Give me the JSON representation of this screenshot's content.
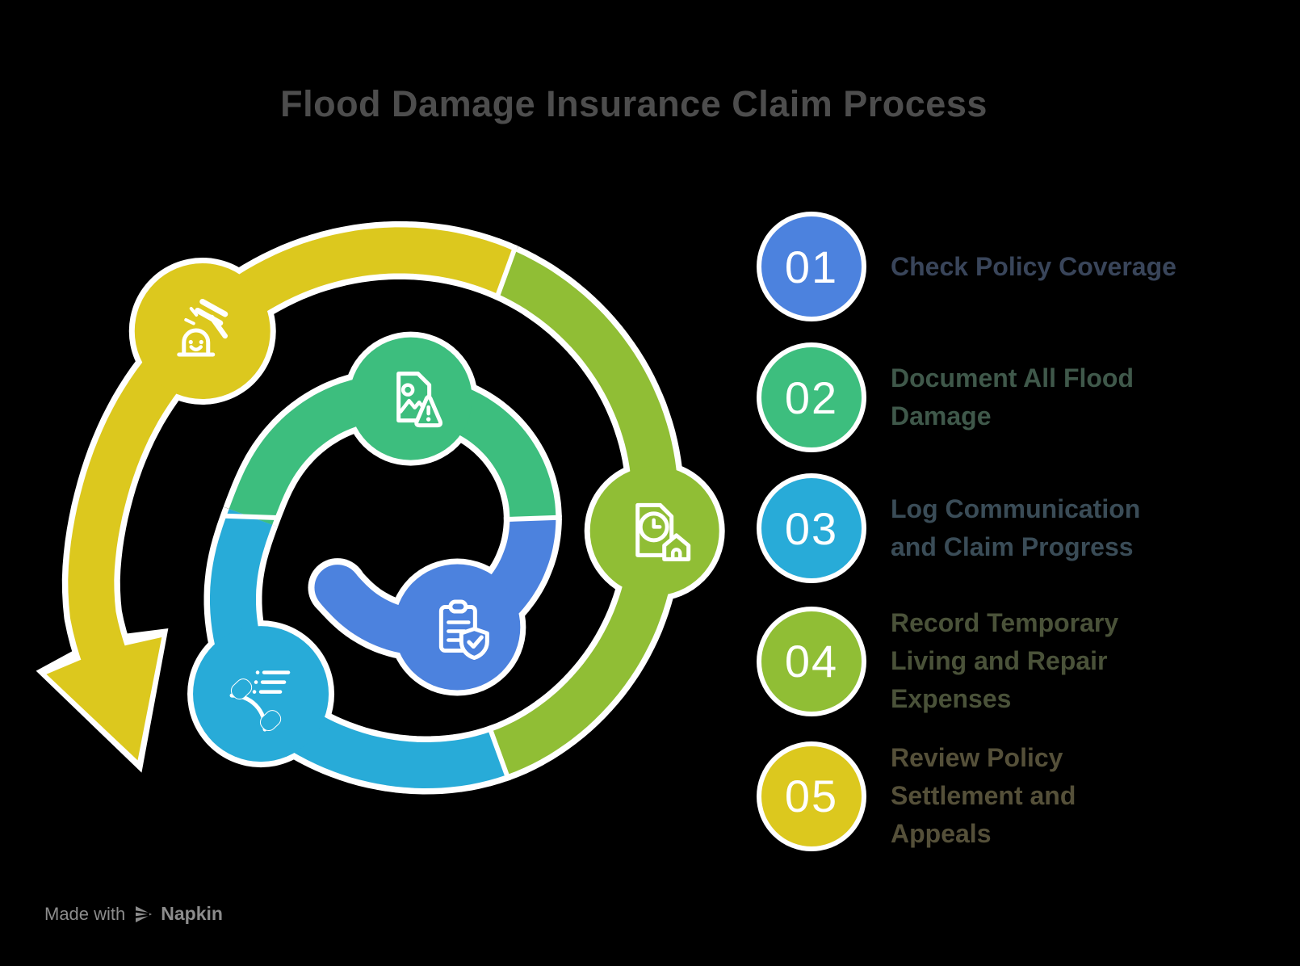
{
  "background": "#000000",
  "title": {
    "text": "Flood Damage Insurance Claim Process",
    "color": "#4d4d4d"
  },
  "steps": [
    {
      "number": "01",
      "label": "Check Policy Coverage",
      "color": "#4c82de",
      "label_color": "#39455a",
      "icon": "clipboard-shield-check-icon"
    },
    {
      "number": "02",
      "label": "Document All Flood\nDamage",
      "color": "#3dbe7e",
      "label_color": "#3f584a",
      "icon": "photo-damage-warning-icon"
    },
    {
      "number": "03",
      "label": "Log Communication\nand Claim Progress",
      "color": "#28abd8",
      "label_color": "#3a4c57",
      "icon": "phone-call-log-icon"
    },
    {
      "number": "04",
      "label": "Record Temporary\nLiving and Repair\nExpenses",
      "color": "#90be35",
      "label_color": "#4a5239",
      "icon": "document-clock-house-icon"
    },
    {
      "number": "05",
      "label": "Review Policy\nSettlement and\nAppeals",
      "color": "#dcc81e",
      "label_color": "#555039",
      "icon": "gavel-appeal-icon"
    }
  ],
  "spiral": {
    "outline_color": "#ffffff",
    "icon_color": "#ffffff",
    "order": "inner-to-outer"
  },
  "footer": {
    "made_with": "Made with",
    "brand": "Napkin",
    "color": "#8c8c8c"
  }
}
